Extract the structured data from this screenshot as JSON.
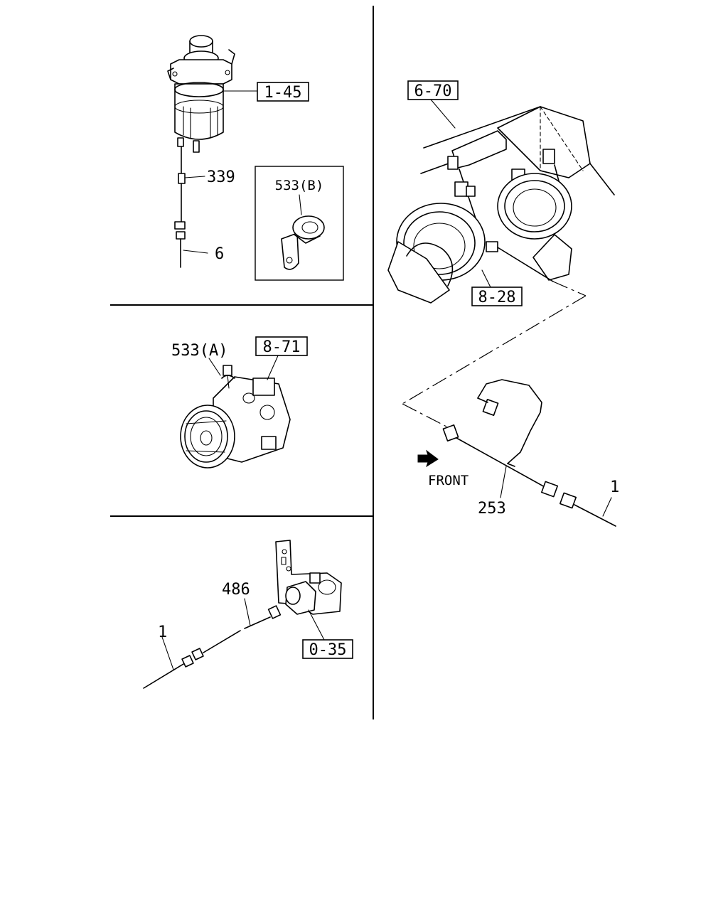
{
  "panels": {
    "fuel_filter": {
      "ref_box": "1-45",
      "callouts": [
        "339",
        "6"
      ],
      "inset": {
        "label": "533(B)"
      }
    },
    "compressor": {
      "ref_box": "8-71",
      "callouts": [
        "533(A)"
      ]
    },
    "sensor": {
      "ref_box": "0-35",
      "callouts": [
        "486",
        "1"
      ]
    },
    "horn_assembly": {
      "ref_box_top": "6-70",
      "ref_box_bottom": "8-28",
      "callouts": [
        "253",
        "1"
      ],
      "direction_label": "FRONT"
    }
  }
}
